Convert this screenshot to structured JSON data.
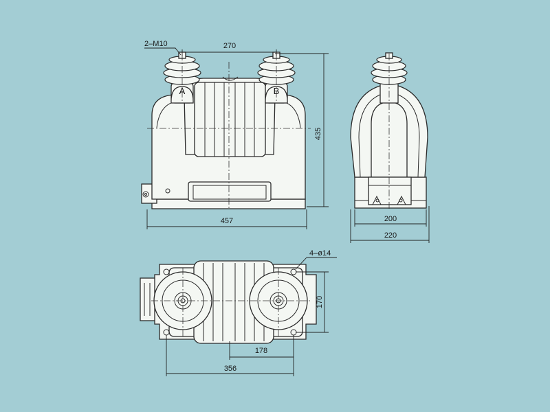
{
  "labels": {
    "thread": "2–M10",
    "holes": "4–ø14",
    "terminal_a": "A",
    "terminal_b": "B"
  },
  "dimensions": {
    "terminal_spacing": "270",
    "height": "435",
    "length": "457",
    "depth_inner": "200",
    "depth_outer": "220",
    "base_width": "170",
    "hole_spacing": "178",
    "base_length": "356"
  },
  "colors": {
    "background": "#a3cdd4",
    "body": "#f4f7f3",
    "line": "#2a2a2a"
  }
}
